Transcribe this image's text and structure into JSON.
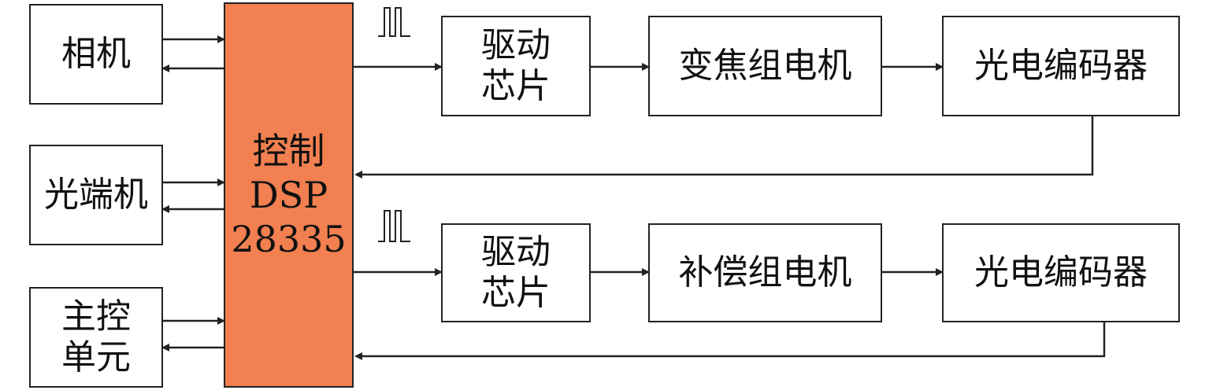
{
  "diagram": {
    "camera": "相机",
    "optical_terminal": "光端机",
    "master_control": [
      "主控",
      "单元"
    ],
    "dsp": [
      "控制",
      "DSP",
      "28335"
    ],
    "driver_top": [
      "驱动",
      "芯片"
    ],
    "driver_bottom": [
      "驱动",
      "芯片"
    ],
    "zoom_motor": "变焦组电机",
    "comp_motor": "补偿组电机",
    "encoder_top": "光电编码器",
    "encoder_bottom": "光电编码器"
  },
  "colors": {
    "dsp_fill": "#f28050",
    "line": "#222222"
  }
}
